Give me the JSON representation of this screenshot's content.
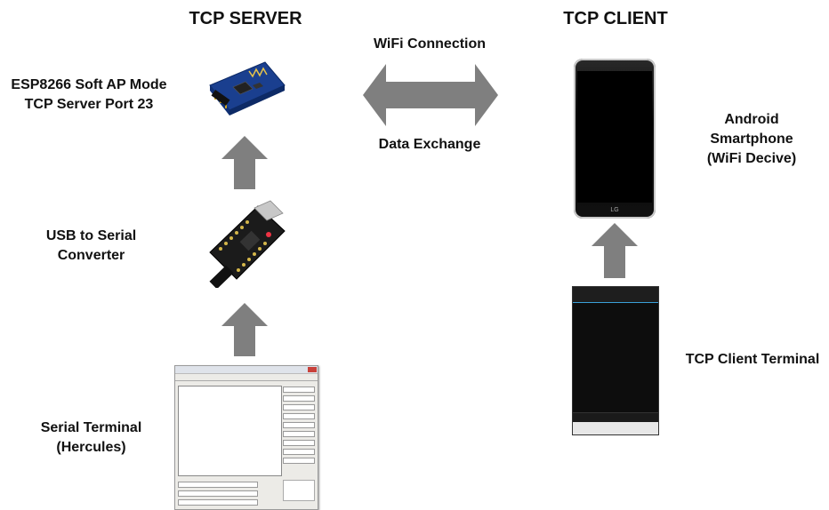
{
  "server_title": "TCP SERVER",
  "client_title": "TCP CLIENT",
  "wifi_label": "WiFi Connection",
  "data_label": "Data Exchange",
  "esp_label": [
    "ESP8266 Soft AP Mode",
    "TCP Server Port 23"
  ],
  "usb_label": [
    "USB to Serial",
    "Converter"
  ],
  "serial_label": [
    "Serial Terminal",
    "(Hercules)"
  ],
  "android_label": [
    "Android",
    "Smartphone",
    "(WiFi Decive)"
  ],
  "client_terminal_label": "TCP Client Terminal",
  "phone_brand": "LG",
  "colors": {
    "arrow": "#7f7f7f",
    "text": "#111111",
    "esp_board": "#1a3f8f",
    "usb_board": "#1b1b1b"
  }
}
